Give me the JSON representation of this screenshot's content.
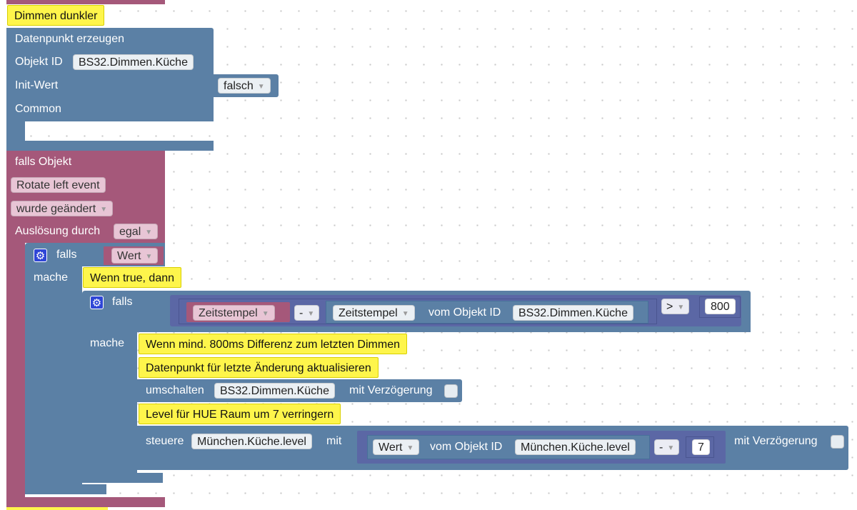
{
  "comments": {
    "dimmen_dunkler": "Dimmen dunkler",
    "wenn_true": "Wenn true, dann",
    "wenn_800ms": "Wenn mind. 800ms Differenz zum letzten Dimmen",
    "datenpunkt_aktualisieren": "Datenpunkt für letzte Änderung aktualisieren",
    "level_hue": "Level für HUE Raum um 7 verringern"
  },
  "create_state": {
    "title": "Datenpunkt erzeugen",
    "objekt_id_label": "Objekt ID",
    "objekt_id_value": "BS32.Dimmen.Küche",
    "init_label": "Init-Wert",
    "init_value": "falsch",
    "common_label": "Common"
  },
  "trigger": {
    "title": "falls Objekt",
    "object_value": "Rotate left event",
    "condition": "wurde geändert",
    "ausloesung_label": "Auslösung durch",
    "ausloesung_value": "egal"
  },
  "outer_if": {
    "falls_label": "falls",
    "mache_label": "mache",
    "condition_value": "Wert"
  },
  "inner_if": {
    "falls_label": "falls",
    "mache_label": "mache",
    "left_operand": "Zeitstempel",
    "minus_op": "-",
    "right_operand": "Zeitstempel",
    "vom_objekt_label": "vom Objekt ID",
    "vom_objekt_value": "BS32.Dimmen.Küche",
    "compare_op": ">",
    "compare_value": "800"
  },
  "toggle": {
    "label": "umschalten",
    "target": "BS32.Dimmen.Küche",
    "delay_label": "mit Verzögerung"
  },
  "control": {
    "label": "steuere",
    "target": "München.Küche.level",
    "mit_label": "mit",
    "value_dropdown": "Wert",
    "vom_objekt_label": "vom Objekt ID",
    "vom_objekt_value": "München.Küche.level",
    "minus_op": "-",
    "number": "7",
    "delay_label": "mit Verzögerung"
  }
}
